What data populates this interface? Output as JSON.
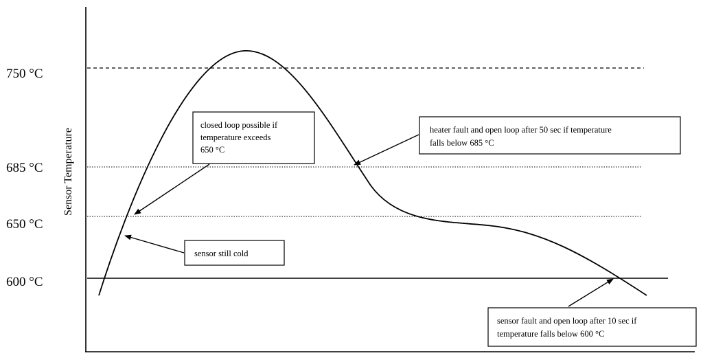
{
  "y_axis": {
    "title": "Sensor Temperature"
  },
  "levels": [
    {
      "id": "level-750",
      "label": "750 °C",
      "line_style": "dashed"
    },
    {
      "id": "level-685",
      "label": "685 °C",
      "line_style": "dotted"
    },
    {
      "id": "level-650",
      "label": "650 °C",
      "line_style": "dotted"
    },
    {
      "id": "level-600",
      "label": "600 °C",
      "line_style": "solid"
    }
  ],
  "notes": {
    "closed_loop": {
      "lines": [
        "closed loop possible if",
        "temperature exceeds",
        "650 °C"
      ]
    },
    "heater_fault": {
      "lines": [
        "heater fault and open loop after 50 sec if temperature",
        "falls below 685 °C"
      ]
    },
    "sensor_cold": {
      "lines": [
        "sensor still cold"
      ]
    },
    "sensor_fault": {
      "lines": [
        "sensor fault and open loop after 10 sec if",
        "temperature falls below 600 °C"
      ]
    }
  },
  "colors": {
    "line": "#000000",
    "background": "#ffffff"
  }
}
